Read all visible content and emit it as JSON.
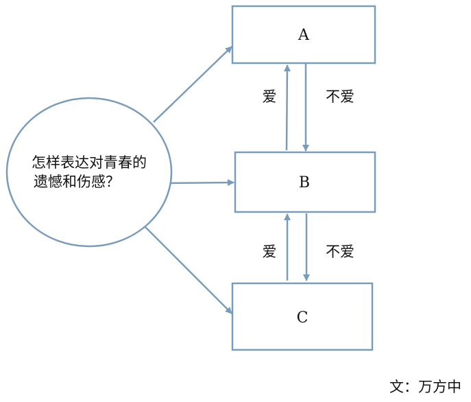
{
  "colors": {
    "stroke": "#7a9cbb",
    "text": "#111111",
    "background": "#ffffff"
  },
  "oval": {
    "line1": "怎样表达对青春的",
    "line2": "遗憾和伤感？"
  },
  "boxes": {
    "a": "A",
    "b": "B",
    "c": "C"
  },
  "edges": {
    "b_to_a": "爱",
    "a_to_b": "不爱",
    "c_to_b": "爱",
    "b_to_c": "不爱"
  },
  "author": "文：万方中"
}
